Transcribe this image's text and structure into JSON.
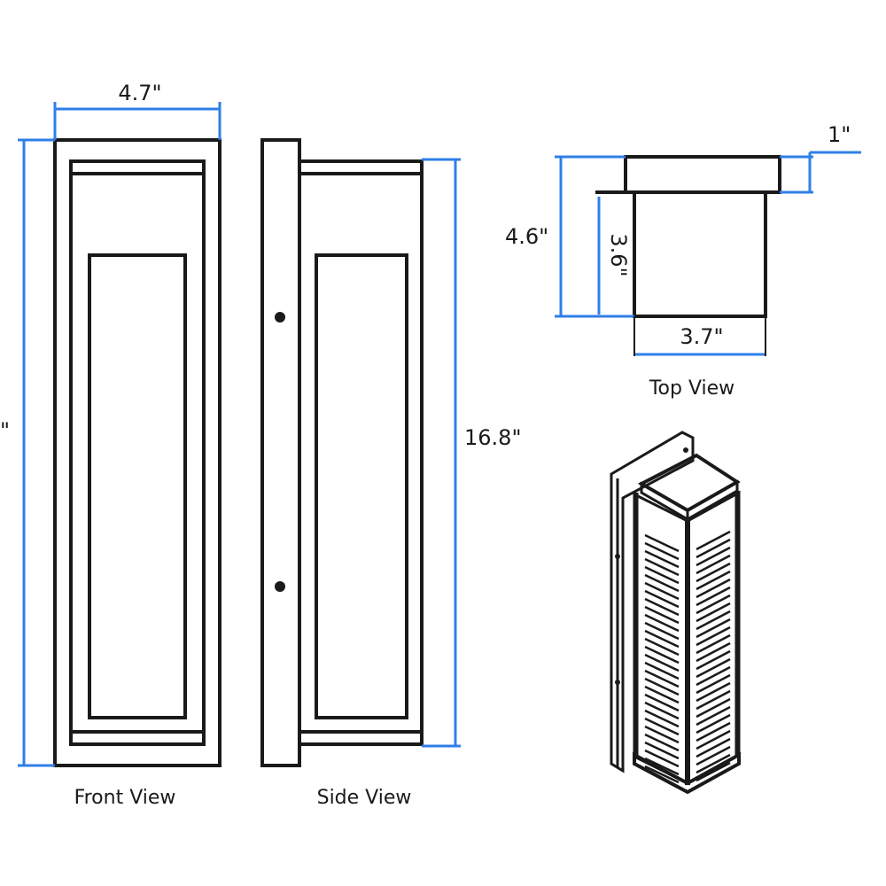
{
  "views": {
    "front": "Front View",
    "side": "Side View",
    "top": "Top View"
  },
  "dimensions": {
    "front_width": "4.7\"",
    "height_left": "\"",
    "side_height": "16.8\"",
    "top_depth": "4.6\"",
    "top_plate": "1\"",
    "top_inner": "3.6\"",
    "top_width": "3.7\""
  },
  "colors": {
    "dimension_line": "#2f7fe8",
    "ink": "#1a1a1a"
  }
}
